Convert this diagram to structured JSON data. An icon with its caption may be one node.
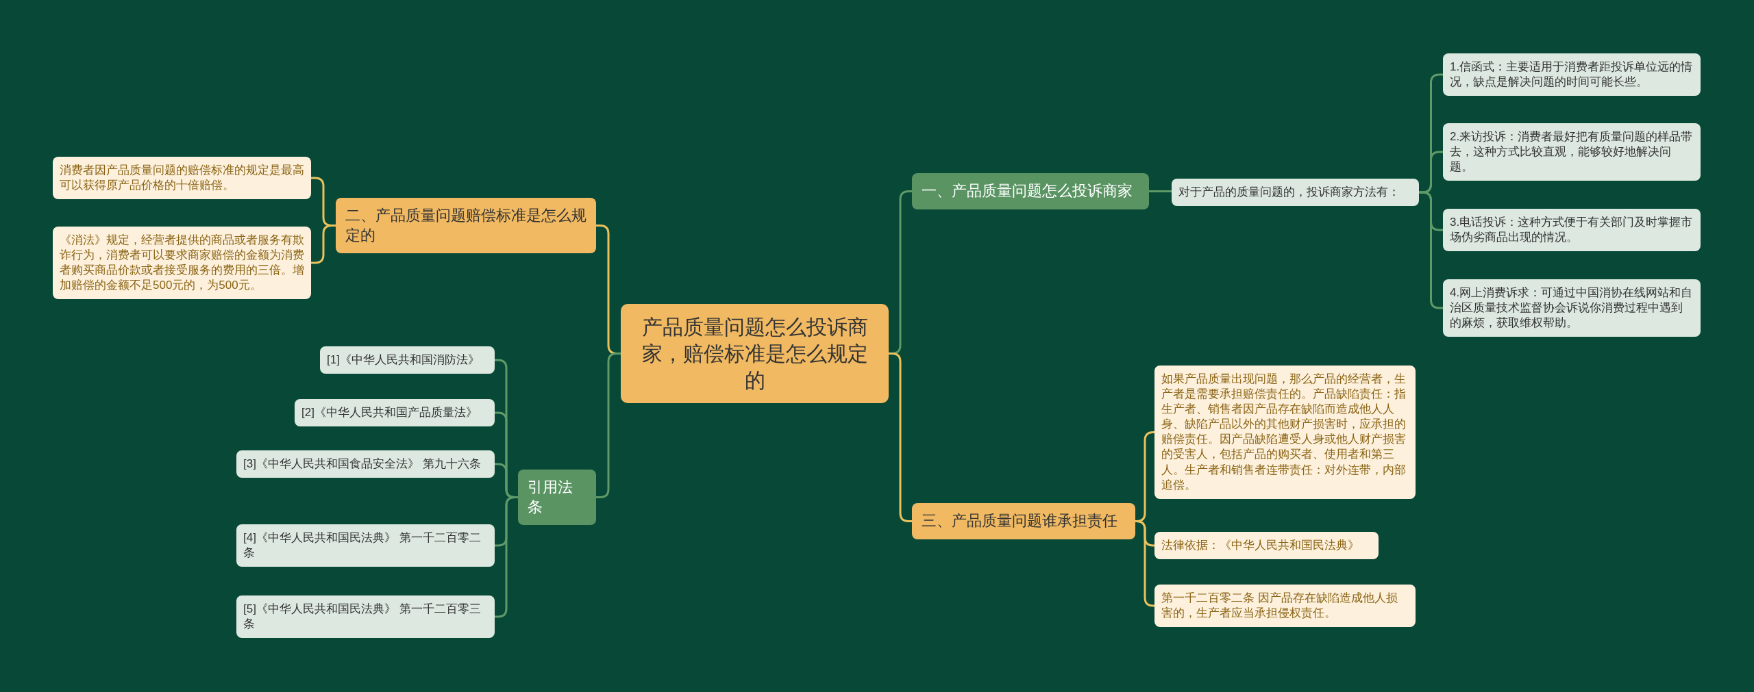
{
  "diagram": {
    "nodes": [
      {
        "text": [
          "产品质量问题怎么投诉商家，赔偿标准是怎么规定的"
        ]
      },
      {
        "text": [
          "一、产品质量问题怎么投诉商家"
        ]
      },
      {
        "text": [
          "对于产品的质量问题的，投诉商家方法有："
        ]
      },
      {
        "text": [
          "1.信函式：主要适用于消费者距投诉单位远的情况，缺点是解决问题的时间可能长些。"
        ]
      },
      {
        "text": [
          "2.来访投诉：消费者最好把有质量问题的样品带去，这种方式比较直观，能够较好地解决问题。"
        ]
      },
      {
        "text": [
          "3.电话投诉：这种方式便于有关部门及时掌握市场伪劣商品出现的情况。"
        ]
      },
      {
        "text": [
          "4.网上消费诉求：可通过中国消协在线网站和自治区质量技术监督协会诉说你消费过程中遇到的麻烦，获取维权帮助。"
        ]
      },
      {
        "text": [
          "三、产品质量问题谁承担责任"
        ]
      },
      {
        "text": [
          "如果产品质量出现问题，那么产品的经营者，生产者是需要承担赔偿责任的。产品缺陷责任：指生产者、销售者因产品存在缺陷而造成他人人身、缺陷产品以外的其他财产损害时，应承担的赔偿责任。因产品缺陷遭受人身或他人财产损害的受害人，包括产品的购买者、使用者和第三人。生产者和销售者连带责任：对外连带，内部追偿。"
        ]
      },
      {
        "text": [
          "法律依据：《中华人民共和国民法典》"
        ]
      },
      {
        "text": [
          "第一千二百零二条 因产品存在缺陷造成他人损害的，生产者应当承担侵权责任。"
        ]
      },
      {
        "text": [
          "二、产品质量问题赔偿标准是怎么规定的"
        ]
      },
      {
        "text": [
          "消费者因产品质量问题的赔偿标准的规定是最高可以获得原产品价格的十倍赔偿。"
        ]
      },
      {
        "text": [
          "《消法》规定，经营者提供的商品或者服务有欺诈行为，消费者可以要求商家赔偿的金额为消费者购买商品价款或者接受服务的费用的三倍。增加赔偿的金额不足500元的，为500元。"
        ]
      },
      {
        "text": [
          "引用法条"
        ]
      },
      {
        "text": [
          "[1]《中华人民共和国消防法》"
        ]
      },
      {
        "text": [
          "[2]《中华人民共和国产品质量法》"
        ]
      },
      {
        "text": [
          "[3]《中华人民共和国食品安全法》 第九十六条"
        ]
      },
      {
        "text": [
          "[4]《中华人民共和国民法典》 第一千二百零二条"
        ]
      },
      {
        "text": [
          "[5]《中华人民共和国民法典》 第一千二百零三条"
        ]
      }
    ],
    "edges": [
      {
        "from": 0,
        "to": 1,
        "arrow": "none"
      },
      {
        "from": 1,
        "to": 2,
        "arrow": "none"
      },
      {
        "from": 2,
        "to": 3,
        "arrow": "none"
      },
      {
        "from": 2,
        "to": 4,
        "arrow": "none"
      },
      {
        "from": 2,
        "to": 5,
        "arrow": "none"
      },
      {
        "from": 2,
        "to": 6,
        "arrow": "none"
      },
      {
        "from": 0,
        "to": 7,
        "arrow": "none",
        "color": "#e9c25e"
      },
      {
        "from": 7,
        "to": 8,
        "arrow": "none",
        "color": "#e9c25e"
      },
      {
        "from": 7,
        "to": 9,
        "arrow": "none",
        "color": "#e9c25e"
      },
      {
        "from": 7,
        "to": 10,
        "arrow": "none",
        "color": "#e9c25e"
      },
      {
        "from": 0,
        "to": 11,
        "arrow": "none",
        "color": "#e9c25e"
      },
      {
        "from": 11,
        "to": 12,
        "arrow": "none",
        "color": "#e9c25e"
      },
      {
        "from": 11,
        "to": 13,
        "arrow": "none",
        "color": "#e9c25e"
      },
      {
        "from": 0,
        "to": 14,
        "arrow": "none"
      },
      {
        "from": 14,
        "to": 15,
        "arrow": "none"
      },
      {
        "from": 14,
        "to": 16,
        "arrow": "none"
      },
      {
        "from": 14,
        "to": 17,
        "arrow": "none"
      },
      {
        "from": 14,
        "to": 18,
        "arrow": "none"
      },
      {
        "from": 14,
        "to": 19,
        "arrow": "none"
      }
    ]
  }
}
